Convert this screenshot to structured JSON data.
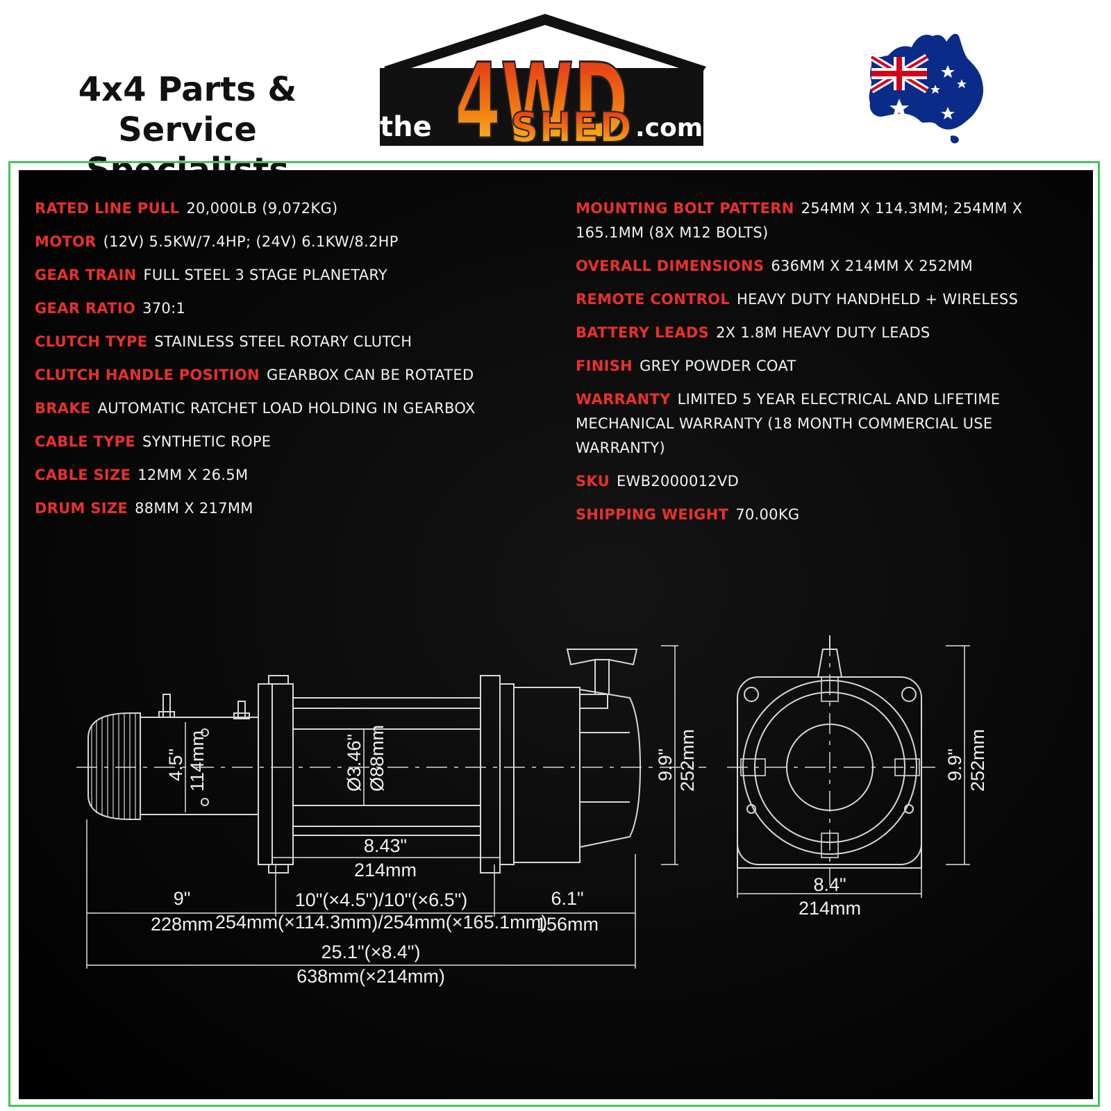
{
  "header": {
    "tagline_line1": "4x4 Parts & Service",
    "tagline_line2": "Specialists",
    "logo": {
      "the": "the",
      "big": "4WD",
      "shed": "SHED",
      "com": ".com"
    },
    "flag_icon": "australia-flag-map-icon"
  },
  "specs_left": [
    {
      "label": "RATED LINE PULL",
      "value": "20,000LB (9,072KG)"
    },
    {
      "label": "MOTOR",
      "value": "(12V) 5.5KW/7.4HP; (24V) 6.1KW/8.2HP"
    },
    {
      "label": "GEAR TRAIN",
      "value": "FULL STEEL 3 STAGE PLANETARY"
    },
    {
      "label": "GEAR RATIO",
      "value": "370:1"
    },
    {
      "label": "CLUTCH TYPE",
      "value": "STAINLESS STEEL ROTARY CLUTCH"
    },
    {
      "label": "CLUTCH HANDLE POSITION",
      "value": "GEARBOX CAN BE ROTATED"
    },
    {
      "label": "BRAKE",
      "value": "AUTOMATIC RATCHET LOAD HOLDING IN GEARBOX"
    },
    {
      "label": "CABLE TYPE",
      "value": "SYNTHETIC ROPE"
    },
    {
      "label": "CABLE SIZE",
      "value": "12MM X 26.5M"
    },
    {
      "label": "DRUM SIZE",
      "value": "88MM X 217MM"
    }
  ],
  "specs_right": [
    {
      "label": "MOUNTING BOLT PATTERN",
      "value": "254MM X 114.3MM; 254MM X 165.1MM (8X M12 BOLTS)"
    },
    {
      "label": "OVERALL DIMENSIONS",
      "value": "636MM X 214MM X 252MM"
    },
    {
      "label": "REMOTE CONTROL",
      "value": "HEAVY DUTY HANDHELD + WIRELESS"
    },
    {
      "label": "BATTERY LEADS",
      "value": "2X 1.8M HEAVY DUTY LEADS"
    },
    {
      "label": "FINISH",
      "value": "GREY POWDER COAT"
    },
    {
      "label": "WARRANTY",
      "value": "LIMITED 5 YEAR ELECTRICAL AND LIFETIME MECHANICAL WARRANTY (18 MONTH COMMERCIAL USE WARRANTY)"
    },
    {
      "label": "SKU",
      "value": "EWB2000012VD"
    },
    {
      "label": "SHIPPING WEIGHT",
      "value": "70.00KG"
    }
  ],
  "drawing": {
    "motor_h_in": "4.5\"",
    "motor_h_mm": "114mm",
    "drum_d_in": "Ø3.46\"",
    "drum_d_mm": "Ø88mm",
    "height_in": "9.9\"",
    "height_mm": "252mm",
    "drum_len_in": "8.43\"",
    "drum_len_mm": "214mm",
    "motor_len_in": "9\"",
    "motor_len_mm": "228mm",
    "bolt_in": "10\"(×4.5\")/10\"(×6.5\")",
    "bolt_mm": "254mm(×114.3mm)/254mm(×165.1mm)",
    "gear_len_in": "6.1\"",
    "gear_len_mm": "156mm",
    "total_in": "25.1\"(×8.4\")",
    "total_mm": "638mm(×214mm)",
    "end_h_in": "9.9\"",
    "end_h_mm": "252mm",
    "end_w_in": "8.4\"",
    "end_w_mm": "214mm"
  },
  "colors": {
    "accent_red": "#e8312b",
    "frame_green": "#46c45a",
    "logo_orange": "#f07a12",
    "logo_yellow": "#ffd21a"
  }
}
